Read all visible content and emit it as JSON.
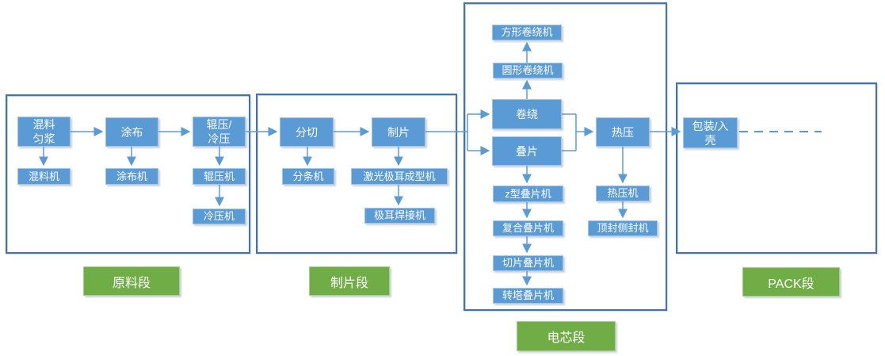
{
  "colors": {
    "node_fill": "#5B9BD5",
    "node_border": "#A5C8E9",
    "node_text": "#FFFFFF",
    "panel_border": "#4473A8",
    "arrow": "#5B9BD5",
    "section_fill": "#70AD47",
    "section_border": "#A9D18E",
    "section_text": "#FFFFFF"
  },
  "sections": [
    {
      "id": "raw",
      "label": "原料段"
    },
    {
      "id": "sheet",
      "label": "制片段"
    },
    {
      "id": "cell",
      "label": "电芯段"
    },
    {
      "id": "pack",
      "label": "PACK段"
    }
  ],
  "nodes": {
    "mixing": {
      "label": "混料\n匀浆"
    },
    "coating": {
      "label": "涂布"
    },
    "rolling": {
      "label": "辊压/\n冷压"
    },
    "mixer": {
      "label": "混料机"
    },
    "coater": {
      "label": "涂布机"
    },
    "roll_press": {
      "label": "辊压机"
    },
    "cold_press": {
      "label": "冷压机"
    },
    "slitting": {
      "label": "分切"
    },
    "sheeting": {
      "label": "制片"
    },
    "slitter": {
      "label": "分条机"
    },
    "laser_tab": {
      "label": "激光极耳成型机"
    },
    "tab_welder": {
      "label": "极耳焊接机"
    },
    "square_winder": {
      "label": "方形卷绕机"
    },
    "round_winder": {
      "label": "圆形卷绕机"
    },
    "winding": {
      "label": "卷绕"
    },
    "stacking": {
      "label": "叠片"
    },
    "z_stacker": {
      "label": "z型叠片机"
    },
    "composite_stacker": {
      "label": "复合叠片机"
    },
    "cut_stacker": {
      "label": "切片叠片机"
    },
    "turret_stacker": {
      "label": "转塔叠片机"
    },
    "hot_press": {
      "label": "热压"
    },
    "hot_press_machine": {
      "label": "热压机"
    },
    "seal_machine": {
      "label": "顶封侧封机"
    },
    "packing": {
      "label": "包装/入\n壳"
    }
  },
  "edges": [
    {
      "from": "mixing",
      "to": "coating"
    },
    {
      "from": "coating",
      "to": "rolling"
    },
    {
      "from": "rolling",
      "to": "slitting"
    },
    {
      "from": "slitting",
      "to": "sheeting"
    },
    {
      "from": "sheeting",
      "to": "winding"
    },
    {
      "from": "sheeting",
      "to": "stacking"
    },
    {
      "from": "mixing",
      "to": "mixer"
    },
    {
      "from": "coating",
      "to": "coater"
    },
    {
      "from": "rolling",
      "to": "roll_press"
    },
    {
      "from": "roll_press",
      "to": "cold_press"
    },
    {
      "from": "slitting",
      "to": "slitter"
    },
    {
      "from": "sheeting",
      "to": "laser_tab"
    },
    {
      "from": "laser_tab",
      "to": "tab_welder"
    },
    {
      "from": "winding",
      "to": "round_winder"
    },
    {
      "from": "round_winder",
      "to": "square_winder"
    },
    {
      "from": "stacking",
      "to": "z_stacker"
    },
    {
      "from": "z_stacker",
      "to": "composite_stacker"
    },
    {
      "from": "composite_stacker",
      "to": "cut_stacker"
    },
    {
      "from": "cut_stacker",
      "to": "turret_stacker"
    },
    {
      "from": "winding",
      "to": "hot_press"
    },
    {
      "from": "stacking",
      "to": "hot_press"
    },
    {
      "from": "hot_press",
      "to": "hot_press_machine"
    },
    {
      "from": "hot_press_machine",
      "to": "seal_machine"
    },
    {
      "from": "hot_press",
      "to": "packing"
    },
    {
      "from": "packing",
      "to": "(dashed continuation)"
    }
  ]
}
